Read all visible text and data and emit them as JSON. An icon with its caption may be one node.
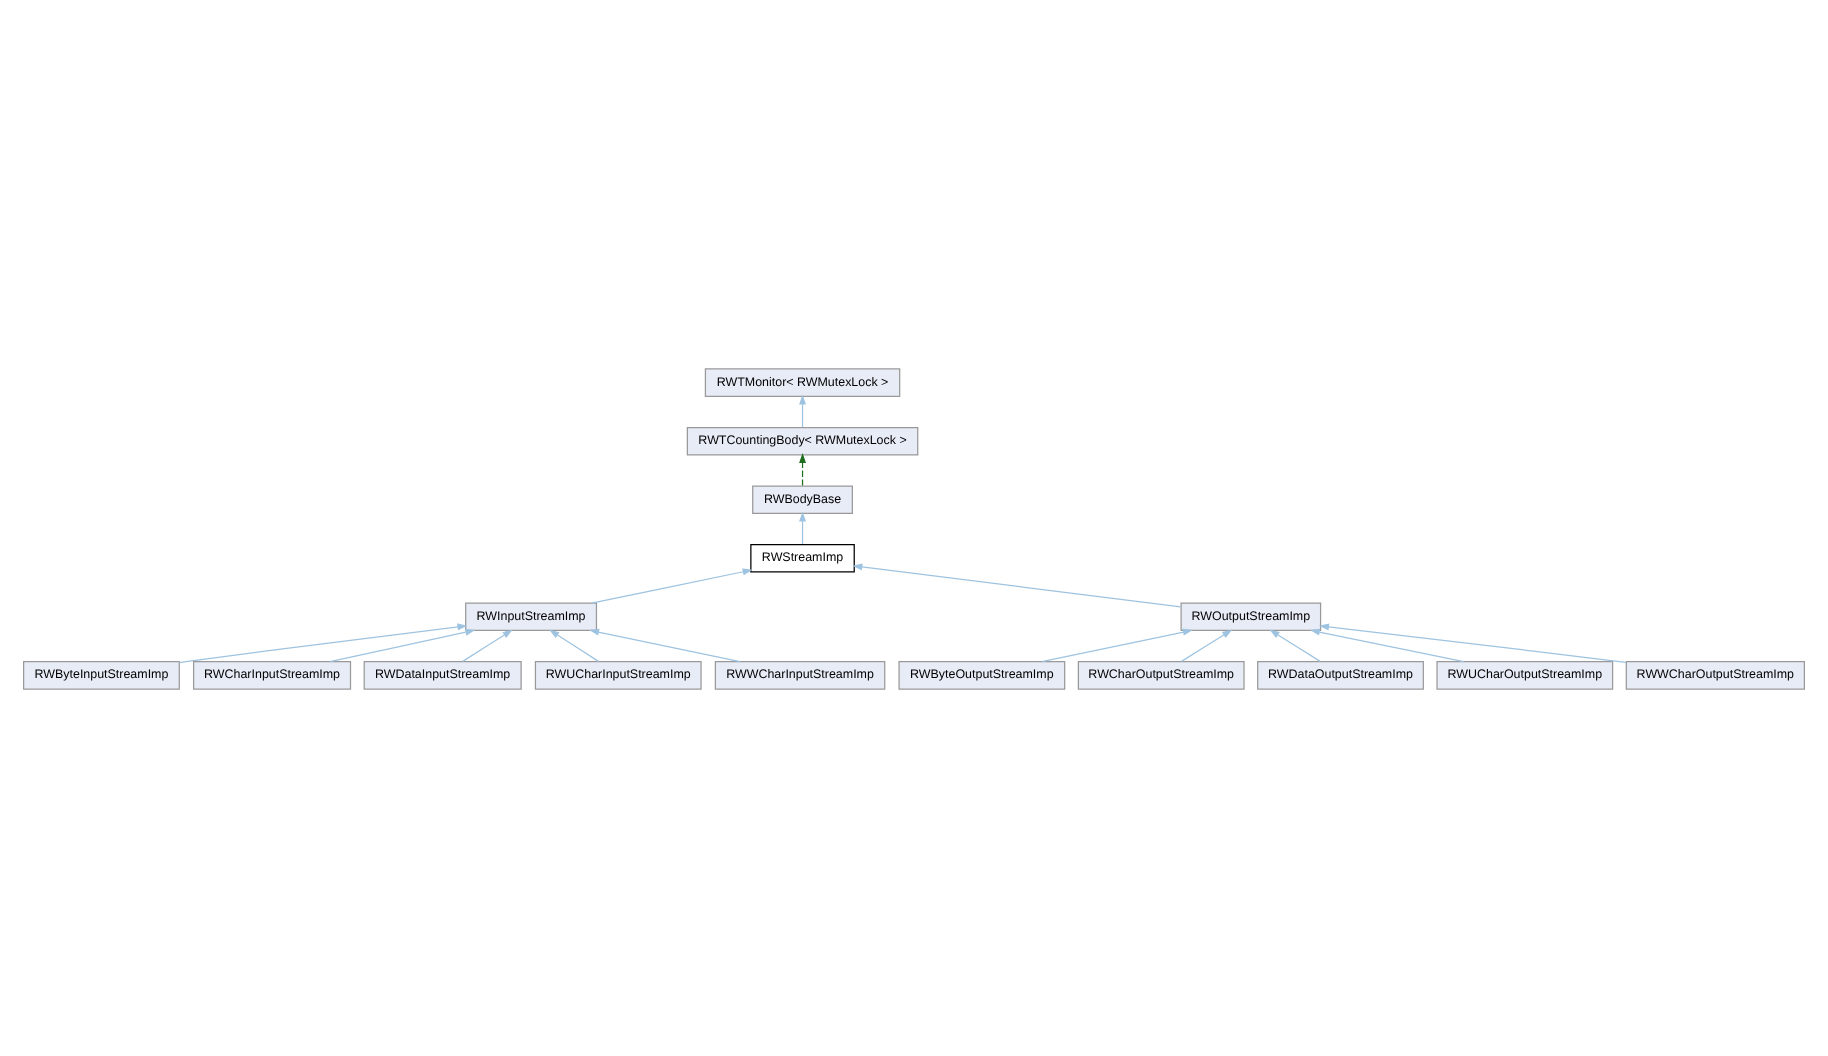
{
  "diagram": {
    "nodes": [
      {
        "text": [
          "RWTMonitor< RWMutexLock >"
        ]
      },
      {
        "text": [
          "RWTCountingBody< RWMutexLock >"
        ]
      },
      {
        "text": [
          "RWBodyBase"
        ]
      },
      {
        "text": [
          "RWStreamImp"
        ]
      },
      {
        "text": [
          "RWInputStreamImp"
        ]
      },
      {
        "text": [
          "RWOutputStreamImp"
        ]
      },
      {
        "text": [
          "RWByteInputStreamImp"
        ]
      },
      {
        "text": [
          "RWCharInputStreamImp"
        ]
      },
      {
        "text": [
          "RWDataInputStreamImp"
        ]
      },
      {
        "text": [
          "RWUCharInputStreamImp"
        ]
      },
      {
        "text": [
          "RWWCharInputStreamImp"
        ]
      },
      {
        "text": [
          "RWByteOutputStreamImp"
        ]
      },
      {
        "text": [
          "RWCharOutputStreamImp"
        ]
      },
      {
        "text": [
          "RWDataOutputStreamImp"
        ]
      },
      {
        "text": [
          "RWUCharOutputStreamImp"
        ]
      },
      {
        "text": [
          "RWWCharOutputStreamImp"
        ]
      }
    ],
    "edges": [
      {
        "from": 1,
        "to": 0,
        "arrow": "to"
      },
      {
        "from": 2,
        "to": 1,
        "arrow": "to",
        "style": "dashed",
        "color": "#1f6e1f"
      },
      {
        "from": 3,
        "to": 2,
        "arrow": "to"
      },
      {
        "from": 4,
        "to": 3,
        "arrow": "to"
      },
      {
        "from": 5,
        "to": 3,
        "arrow": "to"
      },
      {
        "from": 6,
        "to": 4,
        "arrow": "to"
      },
      {
        "from": 7,
        "to": 4,
        "arrow": "to"
      },
      {
        "from": 8,
        "to": 4,
        "arrow": "to"
      },
      {
        "from": 9,
        "to": 4,
        "arrow": "to"
      },
      {
        "from": 10,
        "to": 4,
        "arrow": "to"
      },
      {
        "from": 11,
        "to": 5,
        "arrow": "to"
      },
      {
        "from": 12,
        "to": 5,
        "arrow": "to"
      },
      {
        "from": 13,
        "to": 5,
        "arrow": "to"
      },
      {
        "from": 14,
        "to": 5,
        "arrow": "to"
      },
      {
        "from": 15,
        "to": 5,
        "arrow": "to"
      }
    ]
  }
}
